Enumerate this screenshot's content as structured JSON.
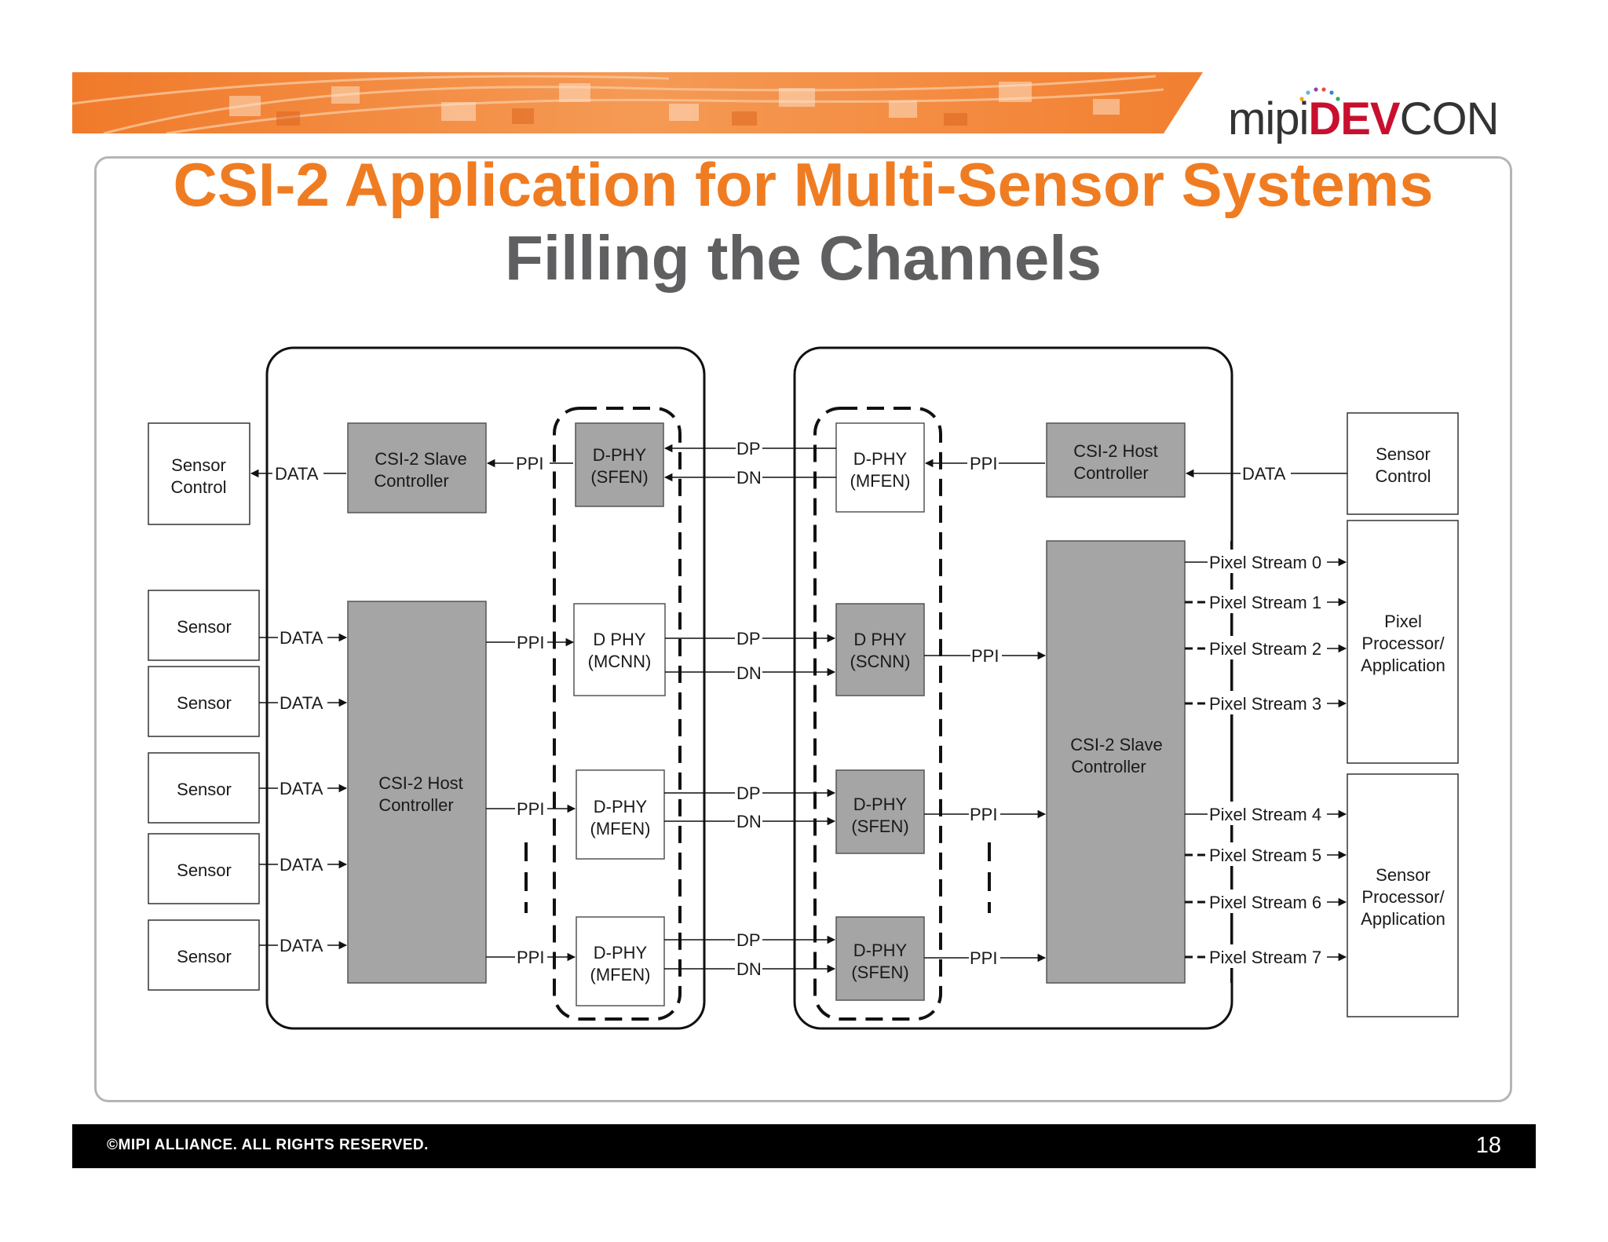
{
  "header": {
    "logo": {
      "part1": "mipi",
      "part2": "DEV",
      "part3": "CON"
    }
  },
  "slide": {
    "title": "CSI-2 Application for Multi-Sensor Systems",
    "subtitle": "Filling the Channels"
  },
  "diagram": {
    "left_sensor_control": "Sensor Control",
    "left_slave_controller": "CSI-2 Slave Controller",
    "left_host_controller": "CSI-2 Host Controller",
    "left_dphy": [
      {
        "line1": "D-PHY",
        "line2": "(SFEN)"
      },
      {
        "line1": "D PHY",
        "line2": "(MCNN)"
      },
      {
        "line1": "D-PHY",
        "line2": "(MFEN)"
      },
      {
        "line1": "D-PHY",
        "line2": "(MFEN)"
      }
    ],
    "sensors": [
      "Sensor",
      "Sensor",
      "Sensor",
      "Sensor",
      "Sensor"
    ],
    "right_dphy": [
      {
        "line1": "D-PHY",
        "line2": "(MFEN)"
      },
      {
        "line1": "D PHY",
        "line2": "(SCNN)"
      },
      {
        "line1": "D-PHY",
        "line2": "(SFEN)"
      },
      {
        "line1": "D-PHY",
        "line2": "(SFEN)"
      }
    ],
    "right_host_controller": "CSI-2 Host Controller",
    "right_slave_controller": "CSI-2 Slave Controller",
    "right_sensor_control": "Sensor Control",
    "pixel_processor": "Pixel Processor/ Application",
    "sensor_processor": "Sensor Processor/ Application",
    "pixel_streams": [
      "Pixel Stream 0",
      "Pixel Stream 1",
      "Pixel Stream 2",
      "Pixel Stream 3",
      "Pixel Stream 4",
      "Pixel Stream 5",
      "Pixel Stream 6",
      "Pixel Stream 7"
    ],
    "labels": {
      "data": "DATA",
      "ppi": "PPI",
      "dp": "DP",
      "dn": "DN"
    }
  },
  "footer": {
    "copyright": "©MIPI ALLIANCE. ALL RIGHTS RESERVED.",
    "page_number": "18"
  },
  "colors": {
    "title": "#f07c22",
    "subtitle": "#5f5f61",
    "block_fill": "#a6a5a6",
    "logo_red": "#c8102e"
  }
}
